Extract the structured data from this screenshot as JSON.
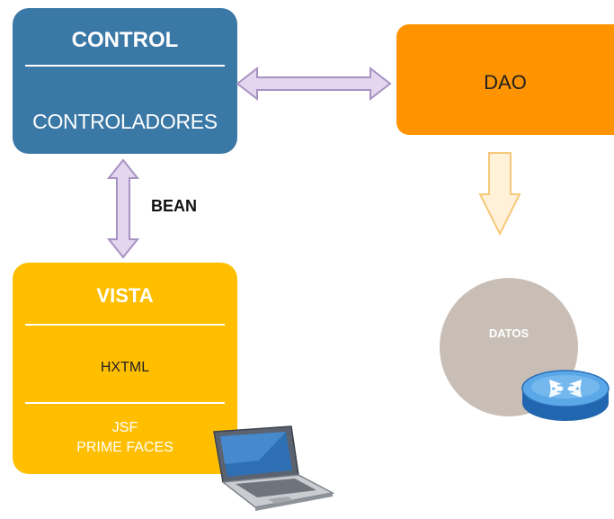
{
  "control": {
    "title": "CONTROL",
    "subtitle": "CONTROLADORES"
  },
  "dao": {
    "label": "DAO"
  },
  "connector": {
    "label": "BEAN"
  },
  "vista": {
    "title": "VISTA",
    "section1": "HXTML",
    "section2_line1": "JSF",
    "section2_line2": "PRIME FACES"
  },
  "datos": {
    "label": "DATOS"
  },
  "colors": {
    "control": "#3a78a6",
    "dao": "#ff9400",
    "vista": "#ffbf00",
    "datos": "#c8beb6",
    "arrow_fill": "#e3d6ee",
    "arrow_stroke": "#a792c2",
    "down_arrow_fill": "#fff2d8",
    "down_arrow_stroke": "#f6c879"
  },
  "icons": [
    "laptop-icon",
    "router-icon"
  ]
}
